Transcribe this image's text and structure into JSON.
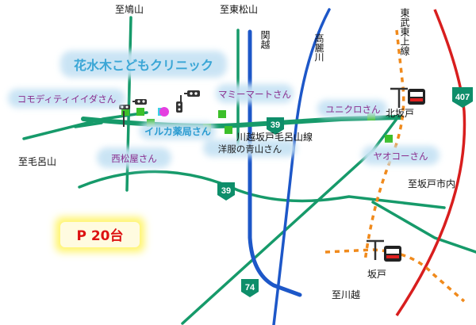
{
  "map": {
    "clinic_name": "花水木こどもクリニック",
    "parking": "P 20台",
    "destinations": {
      "hatoyama": "至鳩山",
      "higashimatsuyama": "至東松山",
      "moroyama": "至毛呂山",
      "sakado_city": "至坂戸市内",
      "kawagoe": "至川越"
    },
    "roads": {
      "kanetsu": "関越",
      "koma_river": "高麗川",
      "kawagoe_sakado_moroyama": "川越坂戸毛呂山線",
      "tobu_tojo": "東武東上線"
    },
    "route_numbers": {
      "r39_top": "39",
      "r39_bottom": "39",
      "r74": "74",
      "r407": "407"
    },
    "stations": {
      "kitasakado": "北坂戸",
      "sakado": "坂戸"
    },
    "landmarks": {
      "commodity_iida": "コモディティイイダさん",
      "mamy_mart": "マミーマートさん",
      "iruka_pharmacy": "イルカ薬局さん",
      "nishimatsuya": "西松屋さん",
      "aoyama": "洋服の青山さん",
      "uniqlo": "ユニクロさん",
      "yaoko": "ヤオコーさん"
    },
    "colors": {
      "green_road": "#169a6a",
      "blue_road": "#1d57c8",
      "red_line": "#d81e1e",
      "orange_rail": "#f08a1c",
      "shield_fill": "#0e8e6a",
      "label_purple": "#8a2d8e",
      "parking_red": "#dd1111"
    }
  }
}
